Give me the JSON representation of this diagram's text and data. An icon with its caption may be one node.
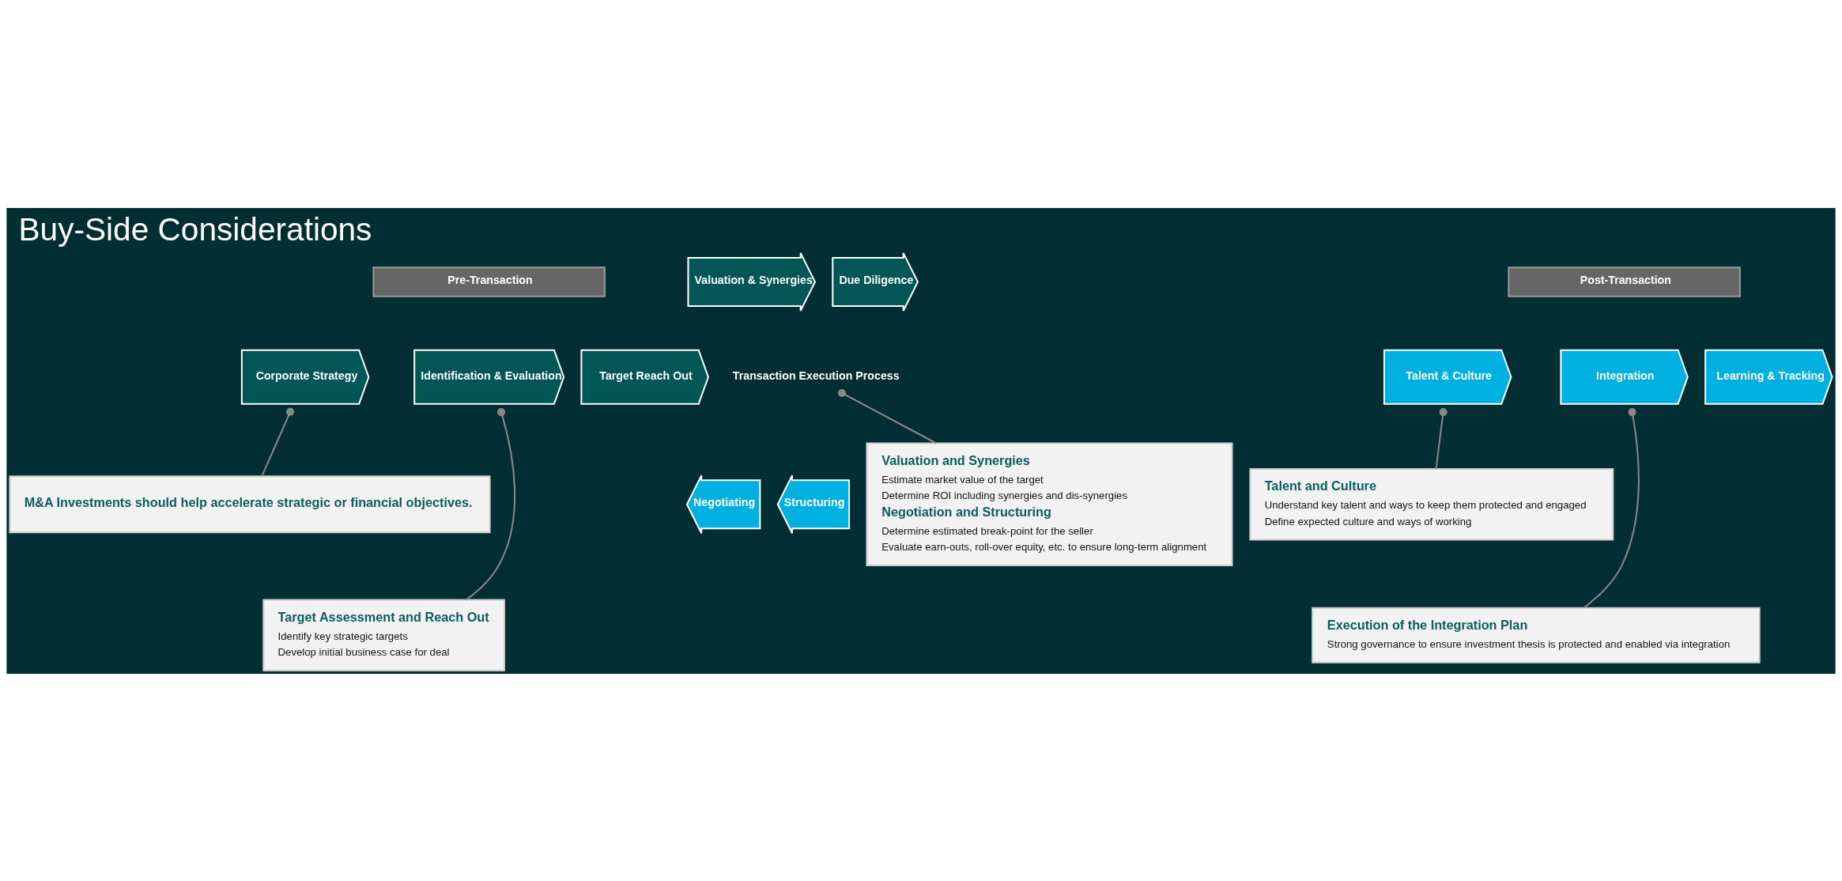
{
  "diagram": {
    "title": "Buy-Side Considerations",
    "nodes": [
      {
        "text": [
          "Pre-Transaction"
        ]
      },
      {
        "text": [
          "Corporate Strategy"
        ]
      },
      {
        "text": [
          "Identification & Evaluation"
        ]
      },
      {
        "text": [
          "Target Reach Out"
        ]
      },
      {
        "text": [
          "Valuation & Synergies"
        ]
      },
      {
        "text": [
          "Due Diligence"
        ]
      },
      {
        "text": [
          "Negotiating"
        ]
      },
      {
        "text": [
          "Structuring"
        ]
      },
      {
        "text": [
          "Transaction Execution Process"
        ]
      },
      {
        "text": [
          "Post-Transaction"
        ]
      },
      {
        "text": [
          "Talent & Culture"
        ]
      },
      {
        "text": [
          "Integration"
        ]
      },
      {
        "text": [
          "Learning & Tracking"
        ]
      },
      {
        "text": [
          "M&A Investments should help accelerate strategic or financial objectives."
        ]
      },
      {
        "text": [
          "Target Assessment and Reach Out",
          "Identify key strategic targets",
          "Develop initial business case for deal"
        ]
      },
      {
        "text": [
          "Valuation and Synergies",
          "Estimate market value of the target",
          "Determine ROI including synergies and dis-synergies",
          "Negotiation and Structuring",
          "Determine estimated break-point for the seller",
          "Evaluate earn-outs, roll-over equity, etc. to ensure long-term alignment"
        ]
      },
      {
        "text": [
          "Talent and Culture",
          "Understand key talent and ways to keep them protected and engaged",
          "Define expected culture and ways of working"
        ]
      },
      {
        "text": [
          "Execution of the Integration Plan",
          "Strong governance to ensure investment thesis is protected and enabled via integration"
        ]
      }
    ],
    "edges": [
      {
        "from": 1,
        "to": 13,
        "arrow": "other"
      },
      {
        "from": 2,
        "to": 14,
        "arrow": "other"
      },
      {
        "from": 8,
        "to": 15,
        "arrow": "other"
      },
      {
        "from": 10,
        "to": 16,
        "arrow": "other"
      },
      {
        "from": 11,
        "to": 17,
        "arrow": "other"
      }
    ]
  }
}
